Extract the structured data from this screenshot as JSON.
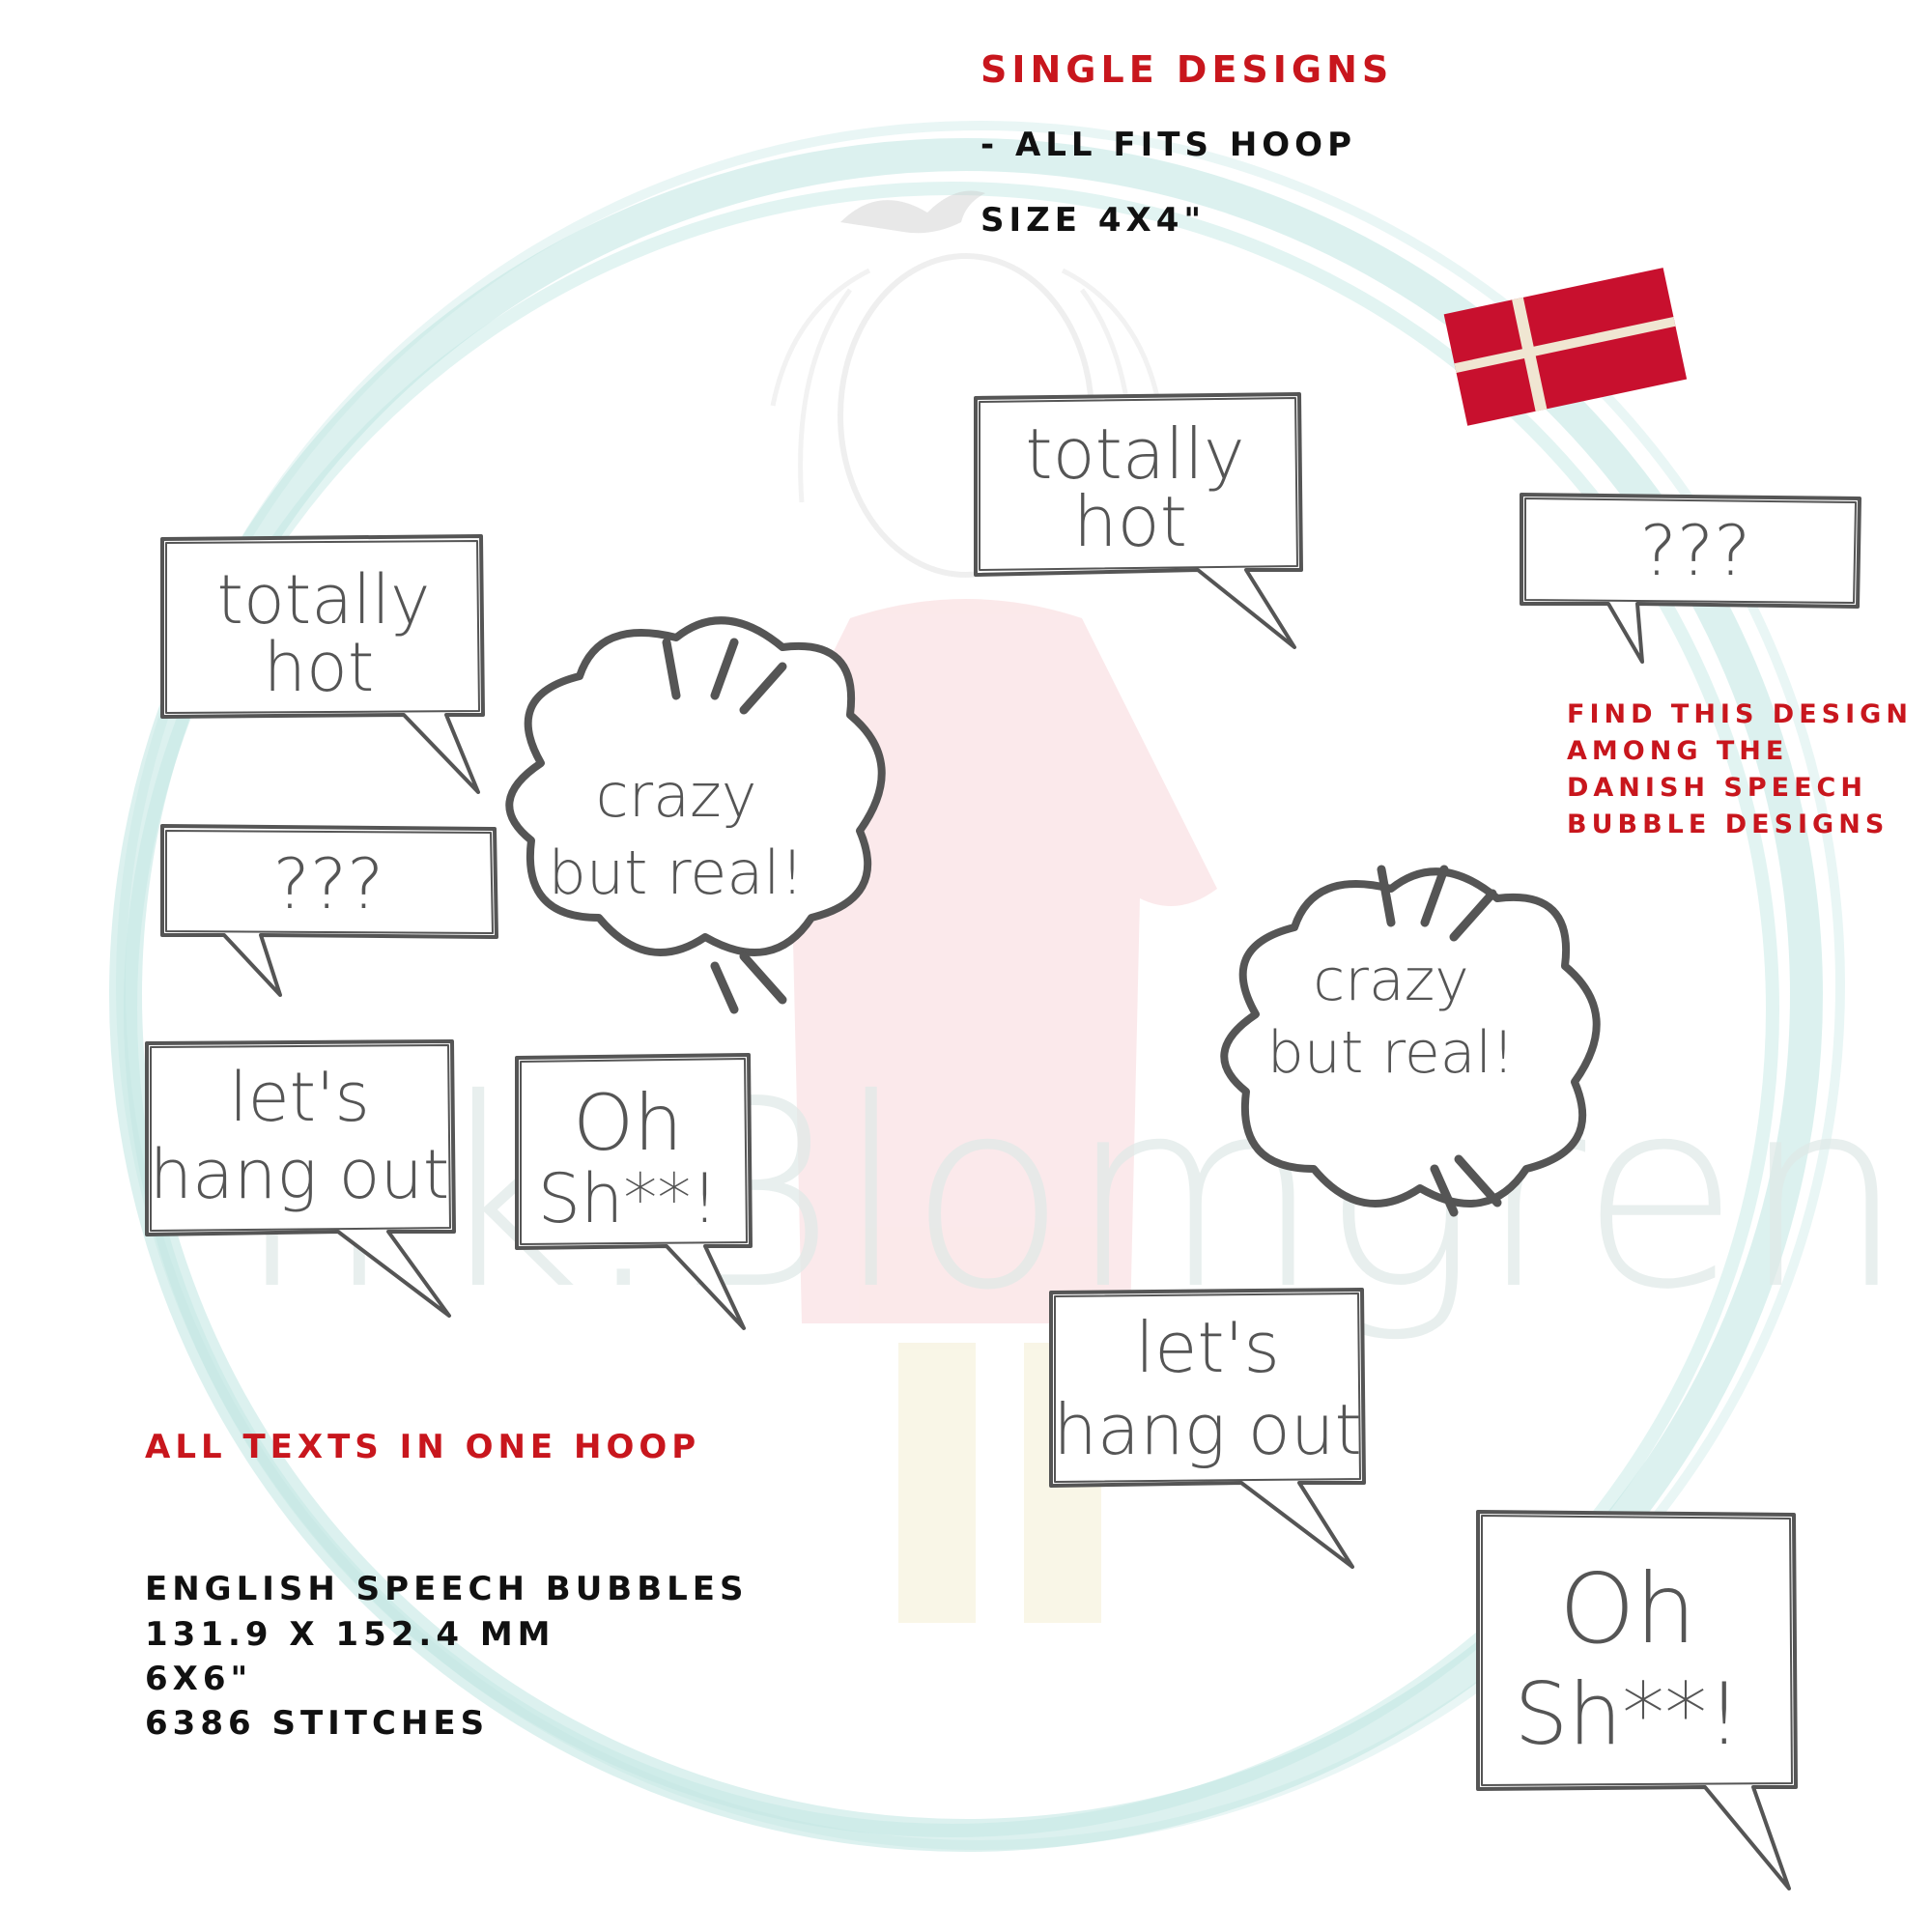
{
  "colors": {
    "accent_red": "#c8161d",
    "text_black": "#111111",
    "outline_gray": "#555555",
    "hoop_mint": "#bfe6e2",
    "dress_pink": "#f7cfd2",
    "flag_red": "#c8102e"
  },
  "captions": {
    "single_designs_title": "Single designs",
    "single_designs_line2": "- all fits hoop",
    "single_designs_line3": "size 4x4\"",
    "find_line1": "Find this design",
    "find_line2": "among the",
    "find_line3": "Danish speech",
    "find_line4": "bubble designs",
    "all_texts": "All texts in one hoop",
    "product_name": "English Speech Bubbles",
    "size_mm": "131.9 x 152.4 mm",
    "size_inch": "6x6\"",
    "stitch_count": "6386 stitches"
  },
  "watermark": {
    "text": "frk.Blomgren",
    "icon": "girl-with-bird-illustration"
  },
  "flag": {
    "icon": "danish-flag-icon"
  },
  "bubbles": {
    "totally": "totally",
    "hot": "hot",
    "question": "???",
    "crazy": "crazy",
    "but_real": "but real!",
    "lets": "let's",
    "hangout": "hang out",
    "oh": "Oh",
    "sh": "Sh**!"
  }
}
